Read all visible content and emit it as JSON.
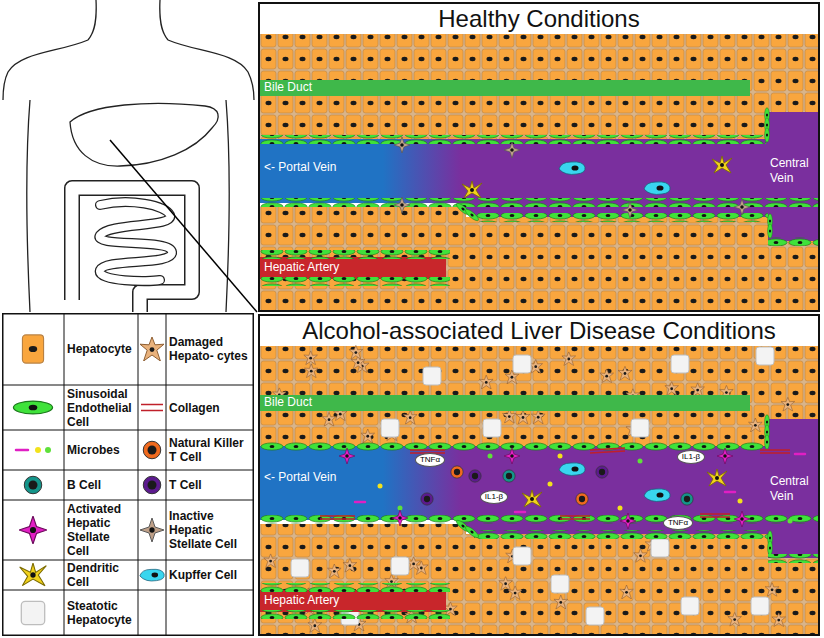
{
  "diagram": {
    "nodes": [
      {
        "text": [
          "Healthy Conditions"
        ]
      },
      {
        "text": [
          "Bile Duct"
        ],
        "in": 0
      },
      {
        "text": [
          "<- Portal Vein"
        ],
        "in": 0
      },
      {
        "text": [
          "Central Vein"
        ],
        "in": 0
      },
      {
        "text": [
          "Hepatic Artery"
        ],
        "in": 0
      },
      {
        "text": [
          "Alcohol-associated Liver Disease Conditions"
        ]
      },
      {
        "text": [
          "Bile Duct"
        ],
        "in": 5
      },
      {
        "text": [
          "<- Portal Vein"
        ],
        "in": 5
      },
      {
        "text": [
          "Central Vein"
        ],
        "in": 5
      },
      {
        "text": [
          "Hepatic Artery"
        ],
        "in": 5
      },
      {
        "text": [
          "TNFα"
        ],
        "in": 5
      },
      {
        "text": [
          "IL1-β"
        ],
        "in": 5
      },
      {
        "text": [
          "IL1-β"
        ],
        "in": 5
      },
      {
        "text": [
          "TNFα"
        ],
        "in": 5
      }
    ],
    "legend": [
      {
        "text": "Hepatocyte"
      },
      {
        "text": "Damaged Hepato- cytes"
      },
      {
        "text": "Sinusoidal Endothelial Cell"
      },
      {
        "text": "Collagen"
      },
      {
        "text": "Microbes"
      },
      {
        "text": "Natural Killer T Cell"
      },
      {
        "text": "B Cell"
      },
      {
        "text": "T Cell"
      },
      {
        "text": "Activated Hepatic Stellate Cell"
      },
      {
        "text": "Inactive Hepatic Stellate Cell"
      },
      {
        "text": "Dendritic Cell"
      },
      {
        "text": "Kupffer Cell"
      },
      {
        "text": "Steatotic Hepatocyte"
      }
    ]
  }
}
